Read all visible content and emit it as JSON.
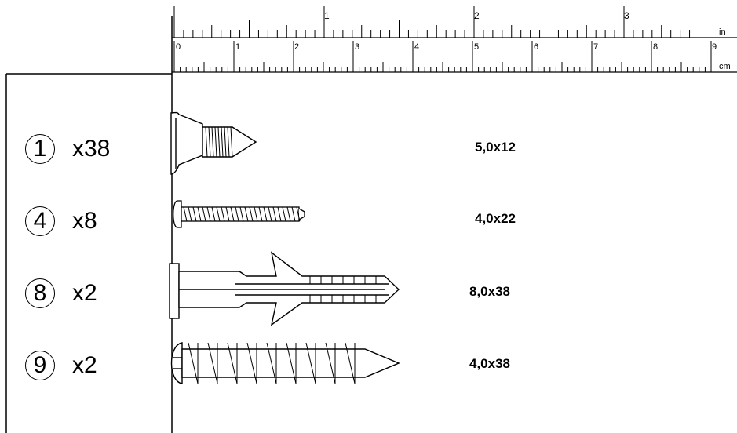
{
  "ruler": {
    "inch_unit": "in",
    "cm_unit": "cm",
    "inch_labels": [
      "1",
      "2",
      "3"
    ],
    "cm_labels": [
      "0",
      "1",
      "2",
      "3",
      "4",
      "5",
      "6",
      "7",
      "8",
      "9"
    ]
  },
  "parts": [
    {
      "number": "1",
      "quantity": "x38",
      "size": "5,0x12"
    },
    {
      "number": "4",
      "quantity": "x8",
      "size": "4,0x22"
    },
    {
      "number": "8",
      "quantity": "x2",
      "size": "8,0x38"
    },
    {
      "number": "9",
      "quantity": "x2",
      "size": "4,0x38"
    }
  ]
}
